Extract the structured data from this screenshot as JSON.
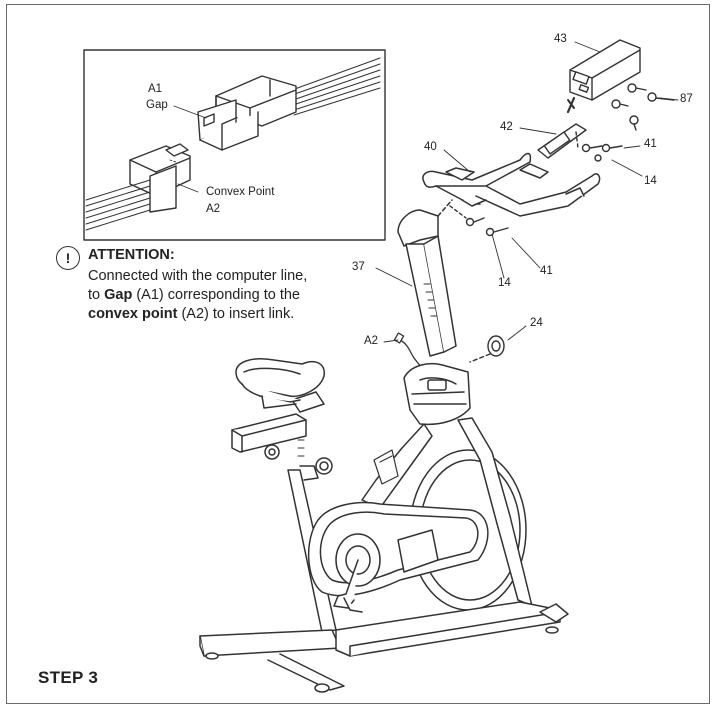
{
  "step_label": "STEP 3",
  "attention": {
    "heading": "ATTENTION:",
    "icon": "!",
    "line1": "Connected with the computer line,",
    "line2_pre": "to ",
    "line2_bold": "Gap",
    "line2_post": " (A1) corresponding to the",
    "line3_bold": "convex point",
    "line3_post": " (A2) to insert link."
  },
  "inset": {
    "a1_label": "A1",
    "gap_label": "Gap",
    "convex_label": "Convex Point",
    "a2_label": "A2"
  },
  "part_numbers": {
    "p43": "43",
    "p87": "87",
    "p42": "42",
    "p41_top": "41",
    "p40": "40",
    "p14_right": "14",
    "p37": "37",
    "p14_bottom": "14",
    "p41_bottom": "41",
    "p24": "24",
    "a2": "A2"
  }
}
